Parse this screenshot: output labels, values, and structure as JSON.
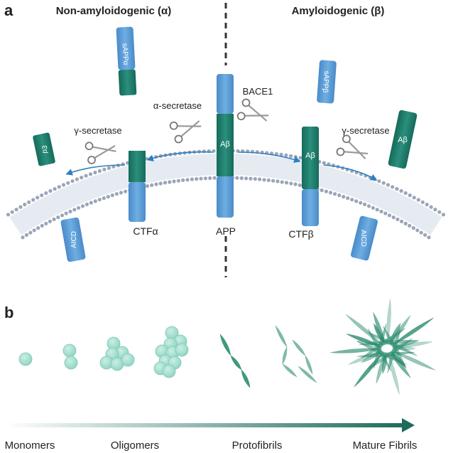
{
  "panel_a": {
    "label": "a",
    "left_title": "Non-amyloidogenic (α)",
    "right_title": "Amyloidogenic (β)",
    "alpha_secretase": "α-secretase",
    "bace1": "BACE1",
    "gamma_left": "γ-secretase",
    "gamma_right": "γ-secretase",
    "app_label": "APP",
    "ctfa_label": "CTFα",
    "ctfb_label": "CTFβ",
    "abeta_app": "Aβ",
    "abeta_ctfb": "Aβ",
    "abeta_free": "Aβ",
    "sappa": "sAPPα",
    "sappb": "sAPPβ",
    "p3": "p3",
    "aicd_left": "AICD",
    "aicd_right": "AICD"
  },
  "panel_b": {
    "label": "b",
    "stages": [
      "Monomers",
      "Oligomers",
      "Protofibrils",
      "Mature Fibrils"
    ]
  },
  "colors": {
    "blue": "#5b9bd5",
    "teal": "#1f7f6e",
    "membrane": "#9aa6b8",
    "bead": "#a8e0d2",
    "arrow": "#2d7fc1"
  }
}
